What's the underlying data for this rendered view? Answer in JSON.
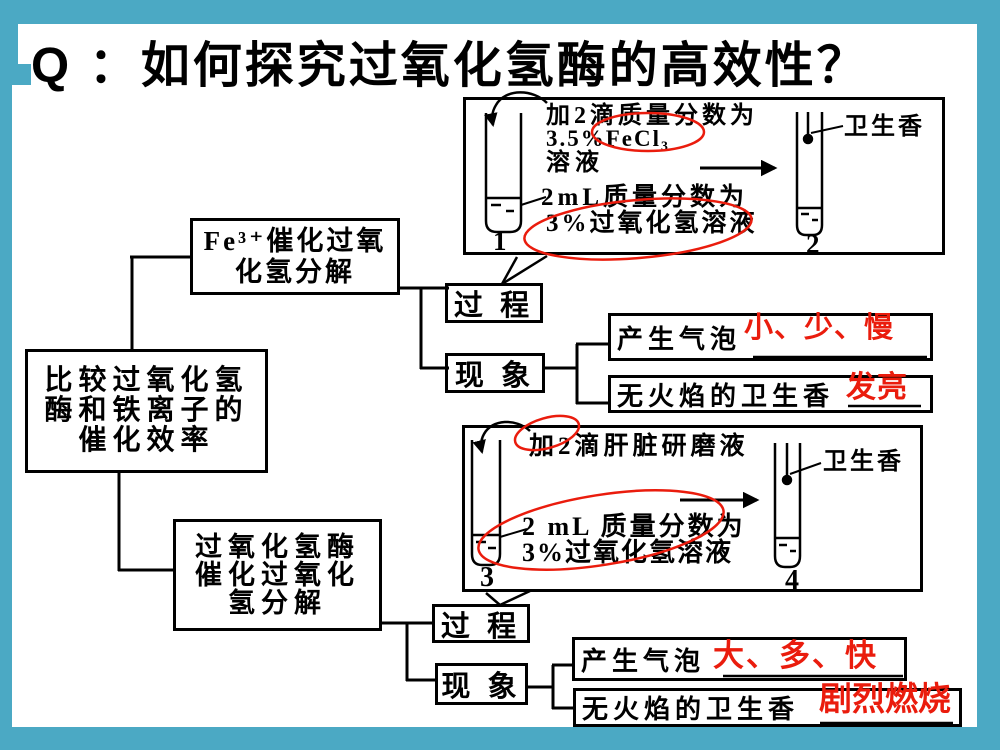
{
  "colors": {
    "background": "#4BA9C4",
    "surface": "#FFFFFF",
    "ink": "#000000",
    "annotation_red": "#EA1C0D"
  },
  "title": "Q ：如何探究过氧化氢酶的高效性？",
  "flowchart": {
    "compare_lines": [
      "比较过氧化氢",
      "酶和铁离子的",
      "催化效率"
    ],
    "fe_branch_lines": [
      "Fe³⁺催化过氧",
      "化氢分解"
    ],
    "enzyme_branch_lines": [
      "过氧化氢酶",
      "催化过氧化",
      "氢分解"
    ],
    "process_label": "过 程",
    "phenomenon_label": "现 象"
  },
  "fe_experiment": {
    "diagram": {
      "tube1_number": "1",
      "tube2_number": "2",
      "add_text_line1": "加2滴质量分数为",
      "add_text_line2": "3.5%FeCl₃",
      "add_text_line3": "溶液",
      "solution_text_line1": "2mL质量分数为",
      "solution_text_line2": "3%过氧化氢溶液",
      "incense_label": "卫生香"
    },
    "results": {
      "bubbles_label": "产生气泡",
      "bubbles_answer": "小、少、慢",
      "incense_label": "无火焰的卫生香",
      "incense_answer": "发亮"
    }
  },
  "enzyme_experiment": {
    "diagram": {
      "tube1_number": "3",
      "tube2_number": "4",
      "add_text_line1": "加2滴肝脏研磨液",
      "solution_text_line1": "2 mL 质量分数为",
      "solution_text_line2": "3%过氧化氢溶液",
      "incense_label": "卫生香"
    },
    "results": {
      "bubbles_label": "产生气泡",
      "bubbles_answer": "大、多、快",
      "incense_label": "无火焰的卫生香",
      "incense_answer": "剧烈燃烧"
    }
  }
}
